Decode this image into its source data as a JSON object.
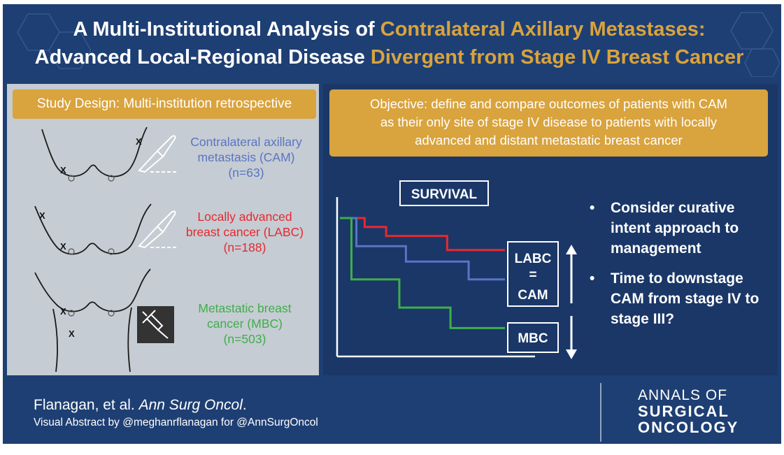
{
  "title": {
    "line1_white": "A Multi-Institutional Analysis of ",
    "line1_gold": "Contralateral Axillary Metastases:",
    "line2_white": "Advanced Local-Regional Disease ",
    "line2_gold": "Divergent from Stage IV Breast Cancer"
  },
  "study_design": "Study Design: Multi-institution retrospective",
  "objective": {
    "line1": "Objective: define and compare outcomes of patients with CAM",
    "line2": "as their only site of stage IV disease to patients with locally",
    "line3": "advanced and distant metastatic breast cancer"
  },
  "groups": [
    {
      "line1": "Contralateral axillary",
      "line2": "metastasis (CAM)",
      "n": "(n=63)",
      "color": "#5a74c4"
    },
    {
      "line1": "Locally advanced",
      "line2": "breast cancer (LABC)",
      "n": "(n=188)",
      "color": "#e8282e"
    },
    {
      "line1": "Metastatic breast",
      "line2": "cancer (MBC)",
      "n": "(n=503)",
      "color": "#3fae49"
    }
  ],
  "markers": {
    "x": "X"
  },
  "chart_data": {
    "type": "line",
    "title": "SURVIVAL",
    "xlabel": "",
    "ylabel": "",
    "series": [
      {
        "name": "LABC",
        "color": "#e8282e",
        "points": [
          [
            0,
            1.0
          ],
          [
            0.15,
            1.0
          ],
          [
            0.15,
            0.93
          ],
          [
            0.28,
            0.93
          ],
          [
            0.28,
            0.86
          ],
          [
            0.65,
            0.86
          ],
          [
            0.65,
            0.75
          ],
          [
            1.0,
            0.75
          ]
        ]
      },
      {
        "name": "CAM",
        "color": "#5a74c4",
        "points": [
          [
            0,
            1.0
          ],
          [
            0.1,
            1.0
          ],
          [
            0.1,
            0.78
          ],
          [
            0.4,
            0.78
          ],
          [
            0.4,
            0.66
          ],
          [
            0.78,
            0.66
          ],
          [
            0.78,
            0.52
          ],
          [
            1.0,
            0.52
          ]
        ]
      },
      {
        "name": "MBC",
        "color": "#3fae49",
        "points": [
          [
            0,
            1.0
          ],
          [
            0.07,
            1.0
          ],
          [
            0.07,
            0.52
          ],
          [
            0.36,
            0.52
          ],
          [
            0.36,
            0.3
          ],
          [
            0.67,
            0.3
          ],
          [
            0.67,
            0.14
          ],
          [
            1.0,
            0.14
          ]
        ]
      }
    ],
    "labels": {
      "labc": "LABC",
      "equals": "=",
      "cam": "CAM",
      "mbc": "MBC"
    }
  },
  "bullets": [
    {
      "dot": "•",
      "text": "Consider curative intent approach to management"
    },
    {
      "dot": "•",
      "text": "Time to downstage CAM from stage IV to stage III?"
    }
  ],
  "footer": {
    "authors": "Flanagan, et al. ",
    "journal_abbr": "Ann Surg Oncol",
    "period": ".",
    "credit": "Visual Abstract by @meghanrflanagan for @AnnSurgOncol",
    "journal_line1": "ANNALS OF",
    "journal_line2": "SURGICAL",
    "journal_line3": "ONCOLOGY"
  }
}
